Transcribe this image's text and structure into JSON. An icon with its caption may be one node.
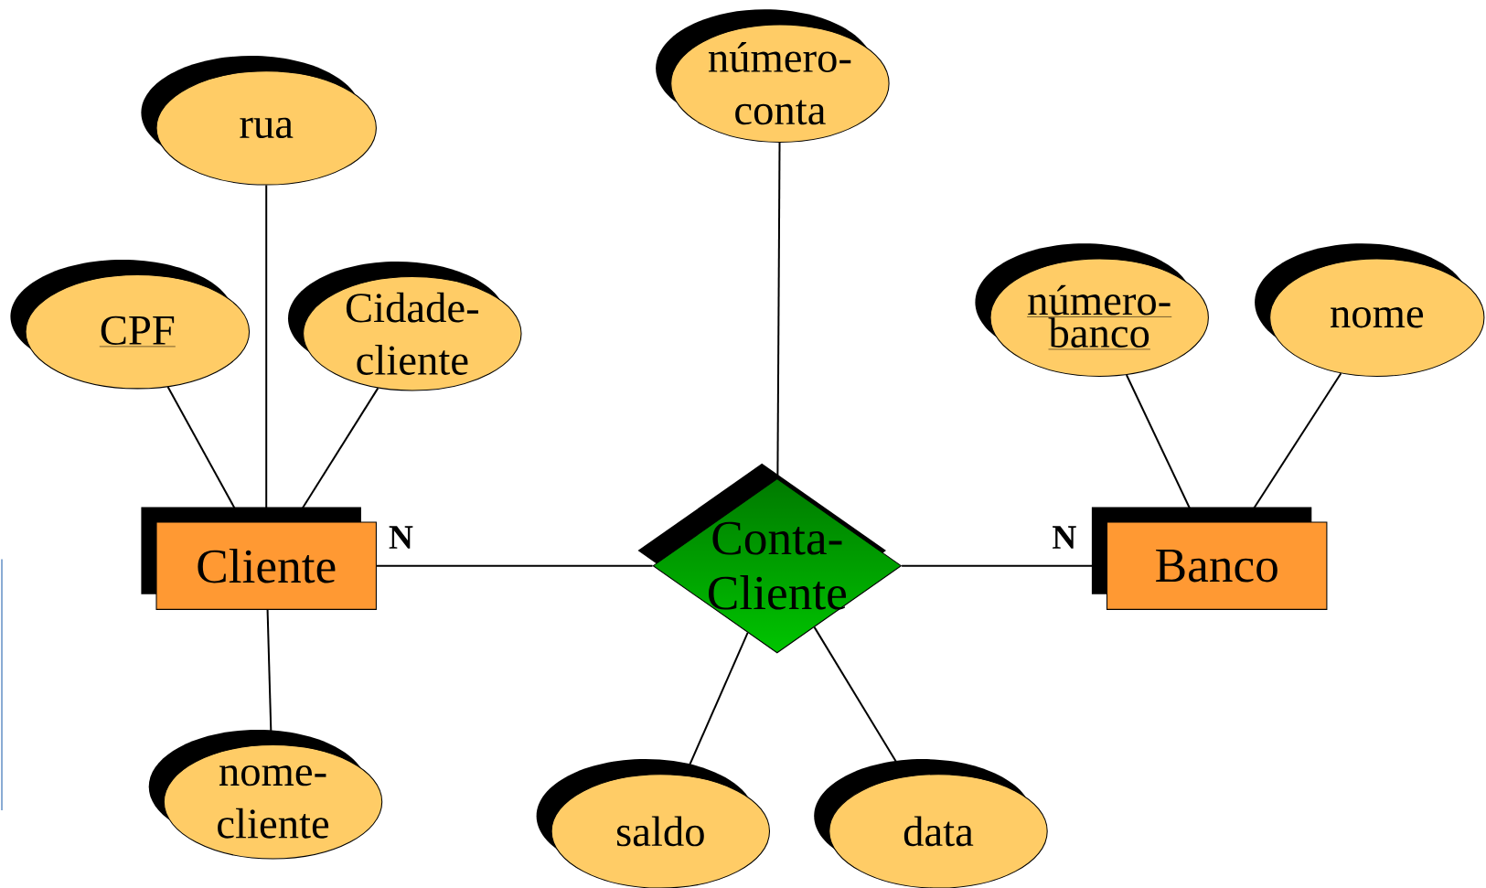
{
  "diagram": {
    "nodes": [
      {
        "text": [
          "número- conta"
        ]
      },
      {
        "text": [
          "rua"
        ]
      },
      {
        "text": [
          "número- banco"
        ]
      },
      {
        "text": [
          "nome"
        ]
      },
      {
        "text": [
          "CPF"
        ]
      },
      {
        "text": [
          "Cidade- cliente"
        ]
      },
      {
        "text": [
          "Cliente"
        ]
      },
      {
        "text": [
          "Conta- Cliente"
        ]
      },
      {
        "text": [
          "Banco"
        ]
      },
      {
        "text": [
          "nome- cliente"
        ]
      },
      {
        "text": [
          "saldo"
        ]
      },
      {
        "text": [
          "data"
        ]
      }
    ],
    "edges": [
      {
        "from": 6,
        "to": 7,
        "arrow": "none",
        "label": "N"
      },
      {
        "from": 7,
        "to": 8,
        "arrow": "none",
        "label": "N"
      },
      {
        "from": 1,
        "to": 6,
        "arrow": "none"
      },
      {
        "from": 4,
        "to": 6,
        "arrow": "none"
      },
      {
        "from": 5,
        "to": 6,
        "arrow": "none"
      },
      {
        "from": 9,
        "to": 6,
        "arrow": "none"
      },
      {
        "from": 0,
        "to": 7,
        "arrow": "none"
      },
      {
        "from": 10,
        "to": 7,
        "arrow": "none"
      },
      {
        "from": 11,
        "to": 7,
        "arrow": "none"
      },
      {
        "from": 2,
        "to": 8,
        "arrow": "none"
      },
      {
        "from": 3,
        "to": 8,
        "arrow": "none"
      }
    ]
  }
}
